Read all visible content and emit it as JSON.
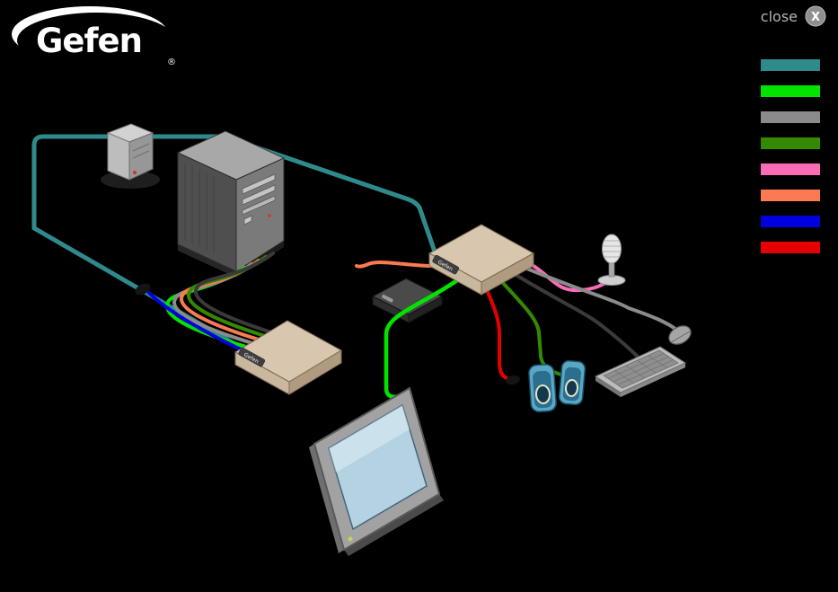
{
  "header": {
    "logo_text": "Gefen",
    "registered_mark": "®",
    "close_label": "close",
    "close_icon_text": "X"
  },
  "colors": {
    "teal": "#2F8A8C",
    "green": "#00E400",
    "gray": "#8B8B8B",
    "dark_green": "#338A00",
    "pink": "#FB6CB6",
    "orange": "#FA7A52",
    "blue": "#0000DE",
    "red": "#E40000",
    "black_cable": "#3A3A3A"
  },
  "legend": {
    "swatch_order": [
      "teal",
      "green",
      "gray",
      "dark_green",
      "pink",
      "orange",
      "blue",
      "red"
    ]
  },
  "devices": {
    "sender_badge": "Gefen",
    "receiver_badge": "Gefen"
  }
}
